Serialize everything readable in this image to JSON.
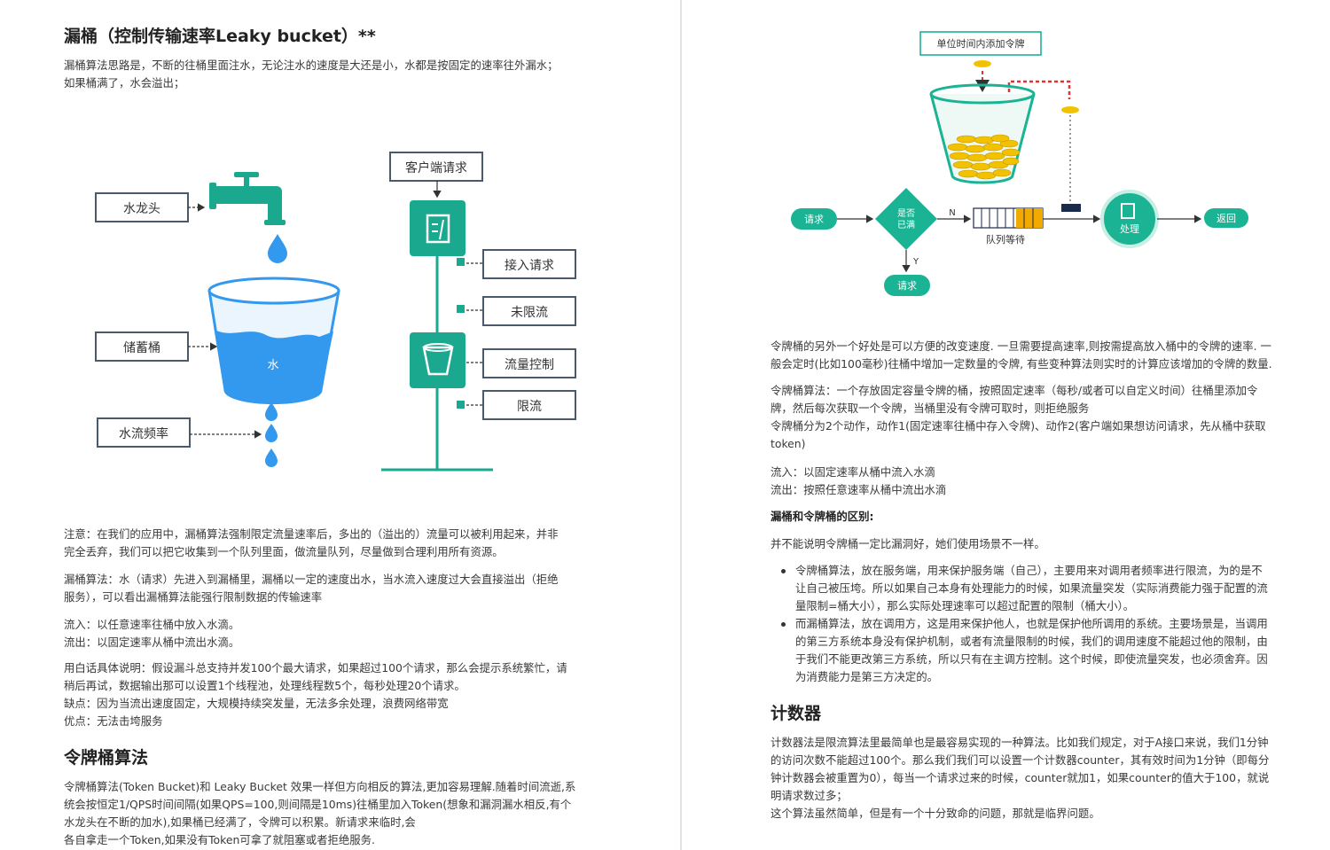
{
  "left": {
    "title": "漏桶（控制传输速率Leaky bucket）**",
    "intro": [
      "漏桶算法思路是，不断的往桶里面注水，无论注水的速度是大还是小，水都是按固定的速率往外漏水；",
      "如果桶满了，水会溢出；"
    ],
    "diagram": {
      "faucet": "水龙头",
      "reservoir": "储蓄桶",
      "water": "水",
      "flow_rate": "水流频率",
      "client_request": "客户端请求",
      "accept": "接入请求",
      "unlimited": "未限流",
      "flow_control": "流量控制",
      "limit": "限流",
      "colors": {
        "blue": "#3399ee",
        "teal": "#1aa88f",
        "box_border": "#4a5a6a"
      }
    },
    "note": [
      "注意：在我们的应用中，漏桶算法强制限定流量速率后，多出的（溢出的）流量可以被利用起来，并非",
      "完全丢弃，我们可以把它收集到一个队列里面，做流量队列，尽量做到合理利用所有资源。"
    ],
    "algo": [
      "漏桶算法：水（请求）先进入到漏桶里，漏桶以一定的速度出水，当水流入速度过大会直接溢出（拒绝",
      "服务），可以看出漏桶算法能强行限制数据的传输速率"
    ],
    "inout": [
      "流入：以任意速率往桶中放入水滴。",
      "流出：以固定速率从桶中流出水滴。"
    ],
    "explain": [
      "用白话具体说明：假设漏斗总支持并发100个最大请求，如果超过100个请求，那么会提示系统繁忙，请",
      "稍后再试，数据输出那可以设置1个线程池，处理线程数5个，每秒处理20个请求。",
      "缺点：因为当流出速度固定，大规模持续突发量，无法多余处理，浪费网络带宽",
      "优点：无法击垮服务"
    ],
    "token_heading": "令牌桶算法",
    "token_para": [
      "令牌桶算法(Token Bucket)和 Leaky Bucket 效果一样但方向相反的算法,更加容易理解.随着时间流逝,系",
      "统会按恒定1/QPS时间间隔(如果QPS=100,则间隔是10ms)往桶里加入Token(想象和漏洞漏水相反,有个",
      "水龙头在不断的加水),如果桶已经满了，令牌可以积累。新请求来临时,会",
      "各自拿走一个Token,如果没有Token可拿了就阻塞或者拒绝服务."
    ]
  },
  "right": {
    "diagram": {
      "add_token": "单位时间内添加令牌",
      "request_in": "请求",
      "is_full": [
        "是否",
        "已满"
      ],
      "n": "N",
      "y": "Y",
      "queue": "队列等待",
      "process": "处理",
      "return": "返回",
      "request_out": "请求",
      "colors": {
        "teal": "#1ab394",
        "coin": "#f2c200",
        "red": "#e83030",
        "navy": "#1a2a4a"
      }
    },
    "p1": [
      "令牌桶的另外一个好处是可以方便的改变速度. 一旦需要提高速率,则按需提高放入桶中的令牌的速率. 一",
      "般会定时(比如100毫秒)往桶中增加一定数量的令牌, 有些变种算法则实时的计算应该增加的令牌的数量."
    ],
    "p2": [
      "令牌桶算法：一个存放固定容量令牌的桶，按照固定速率（每秒/或者可以自定义时间）往桶里添加令",
      "牌，然后每次获取一个令牌，当桶里没有令牌可取时，则拒绝服务",
      "令牌桶分为2个动作，动作1(固定速率往桶中存入令牌)、动作2(客户端如果想访问请求，先从桶中获取",
      "token)"
    ],
    "p3": [
      "流入：以固定速率从桶中流入水滴",
      "流出：按照任意速率从桶中流出水滴"
    ],
    "diff_heading": "漏桶和令牌桶的区别:",
    "diff_intro": "并不能说明令牌桶一定比漏洞好，她们使用场景不一样。",
    "bullets": [
      [
        "令牌桶算法，放在服务端，用来保护服务端（自己），主要用来对调用者频率进行限流，为的是不",
        "让自己被压垮。所以如果自己本身有处理能力的时候，如果流量突发（实际消费能力强于配置的流",
        "量限制=桶大小），那么实际处理速率可以超过配置的限制（桶大小）。"
      ],
      [
        "而漏桶算法，放在调用方，这是用来保护他人，也就是保护他所调用的系统。主要场景是，当调用",
        "的第三方系统本身没有保护机制，或者有流量限制的时候，我们的调用速度不能超过他的限制，由",
        "于我们不能更改第三方系统，所以只有在主调方控制。这个时候，即使流量突发，也必须舍弃。因",
        "为消费能力是第三方决定的。"
      ]
    ],
    "counter_heading": "计数器",
    "counter_para": [
      "计数器法是限流算法里最简单也是最容易实现的一种算法。比如我们规定，对于A接口来说，我们1分钟",
      "的访问次数不能超过100个。那么我们我们可以设置一个计数器counter，其有效时间为1分钟（即每分",
      "钟计数器会被重置为0），每当一个请求过来的时候，counter就加1，如果counter的值大于100，就说",
      "明请求数过多；",
      "这个算法虽然简单，但是有一个十分致命的问题，那就是临界问题。"
    ]
  }
}
